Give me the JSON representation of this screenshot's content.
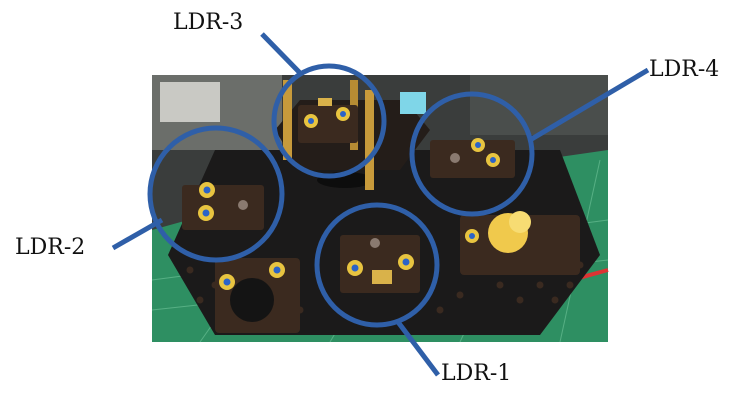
{
  "image": {
    "description_free": true,
    "background": "#ffffff",
    "accent_color": "#2f5fa8"
  },
  "callouts": [
    {
      "id": "ldr3",
      "label": "LDR-3"
    },
    {
      "id": "ldr4",
      "label": "LDR-4"
    },
    {
      "id": "ldr2",
      "label": "LDR-2"
    },
    {
      "id": "ldr1",
      "label": "LDR-1"
    }
  ],
  "icons": {
    "board": "circuit-board-icon",
    "sensor": "ldr-sensor-icon",
    "buzzer": "buzzer-icon",
    "button": "push-button-icon"
  }
}
